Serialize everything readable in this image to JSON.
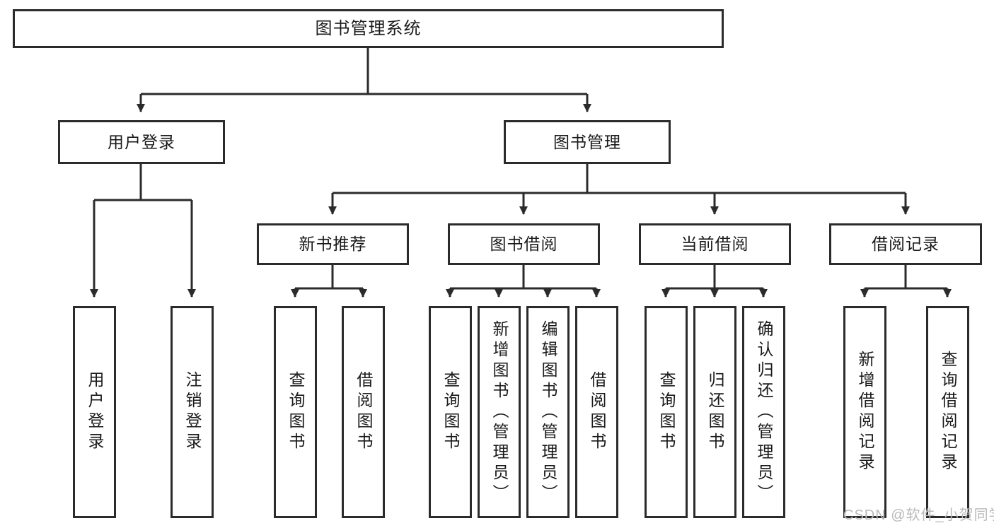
{
  "diagram": {
    "title": "图书管理系统",
    "type": "tree-hierarchy-chart",
    "colors": {
      "stroke": "#2b2b2b",
      "fill": "#ffffff",
      "text": "#1a1a1a",
      "watermark": "#b9b9b9"
    },
    "watermark": "CSDN @软件_小贺同学",
    "nodes": {
      "root": {
        "label": "图书管理系统"
      },
      "level2": [
        {
          "id": "user-login",
          "label": "用户登录"
        },
        {
          "id": "book-manage",
          "label": "图书管理"
        }
      ],
      "level3": [
        {
          "id": "new-book-recommend",
          "label": "新书推荐"
        },
        {
          "id": "book-borrow",
          "label": "图书借阅"
        },
        {
          "id": "current-borrow",
          "label": "当前借阅"
        },
        {
          "id": "borrow-record",
          "label": "借阅记录"
        }
      ],
      "leaves": [
        {
          "id": "leaf-user-login",
          "label": "用户登录",
          "parent": "user-login"
        },
        {
          "id": "leaf-user-logout",
          "label": "注销登录",
          "parent": "user-login"
        },
        {
          "id": "leaf-query-book-1",
          "label": "查询图书",
          "parent": "new-book-recommend"
        },
        {
          "id": "leaf-borrow-book-1",
          "label": "借阅图书",
          "parent": "new-book-recommend"
        },
        {
          "id": "leaf-query-book-2",
          "label": "查询图书",
          "parent": "book-borrow"
        },
        {
          "id": "leaf-add-book",
          "label": "新增图书（管理员）",
          "parent": "book-borrow"
        },
        {
          "id": "leaf-edit-book",
          "label": "编辑图书（管理员）",
          "parent": "book-borrow"
        },
        {
          "id": "leaf-borrow-book-2",
          "label": "借阅图书",
          "parent": "book-borrow"
        },
        {
          "id": "leaf-query-book-3",
          "label": "查询图书",
          "parent": "current-borrow"
        },
        {
          "id": "leaf-return-book",
          "label": "归还图书",
          "parent": "current-borrow"
        },
        {
          "id": "leaf-confirm-return",
          "label": "确认归还（管理员）",
          "parent": "current-borrow"
        },
        {
          "id": "leaf-add-record",
          "label": "新增借阅记录",
          "parent": "borrow-record"
        },
        {
          "id": "leaf-query-record",
          "label": "查询借阅记录",
          "parent": "borrow-record"
        }
      ]
    }
  }
}
